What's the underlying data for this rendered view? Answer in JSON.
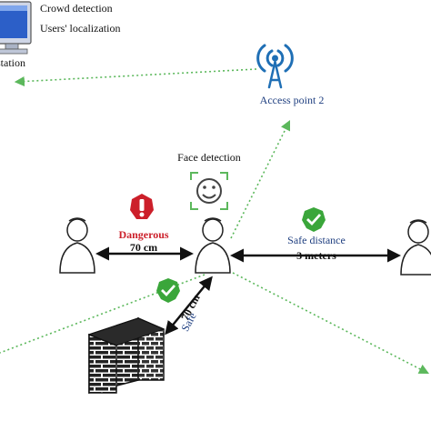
{
  "station": {
    "title_partial": "station",
    "features": [
      "Crowd detection",
      "Users' localization"
    ]
  },
  "access_point": {
    "label": "Access point 2"
  },
  "face_detection": {
    "label": "Face detection"
  },
  "left_pair": {
    "status": "Dangerous",
    "distance": "70 cm"
  },
  "right_pair": {
    "status": "Safe distance",
    "distance": "3 meters"
  },
  "wall_pair": {
    "distance": "70 cm",
    "status": "Safe"
  },
  "colors": {
    "wifi_blue": "#1f6fb5",
    "link_green": "#5cb85c",
    "danger_red": "#cc1f2a",
    "safe_green": "#3aa63a",
    "text_blue": "#1f3f80",
    "arrow_black": "#111111"
  },
  "icons": {
    "computer": "desktop-computer-icon",
    "wifi": "wifi-antenna-icon",
    "face": "smiley-face-icon",
    "danger": "exclamation-icon",
    "safe": "check-shield-icon",
    "person": "person-icon",
    "wall": "brick-wall-icon"
  }
}
